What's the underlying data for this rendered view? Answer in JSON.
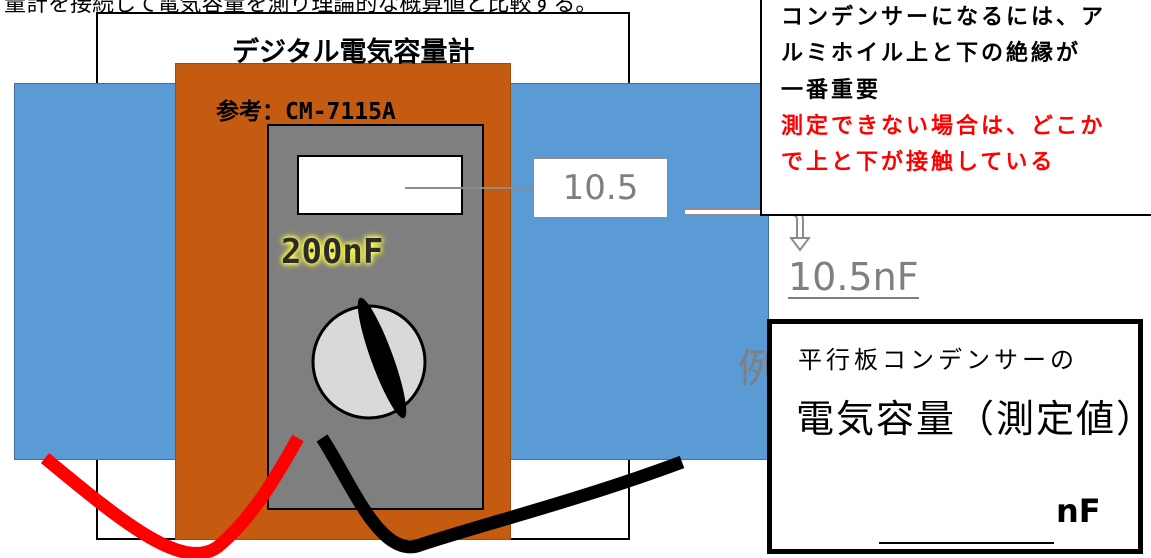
{
  "top_caption": "量計を接続して電気容量を測り理論的な概算値と比較する。",
  "meter": {
    "title": "デジタル電気容量計",
    "model": "参考：CM-7115A",
    "range": "200nF"
  },
  "reading": {
    "display_value": "10.5",
    "result": "10.5nF"
  },
  "note": {
    "lines": [
      "コンデンサーになるには、ア",
      "ルミホイル上と下の絶縁が",
      "一番重要",
      "測定できない場合は、どこか",
      "で上と下が接触している"
    ],
    "warning_color": "#ff0000"
  },
  "example_label": "例",
  "answer_box": {
    "line1": "平行板コンデンサーの",
    "line2": "電気容量（測定値）",
    "unit": "nF"
  },
  "colors": {
    "plate": "#5b9bd5",
    "meter_body": "#c55a11",
    "meter_face": "#7f7f7f",
    "lead_red": "#ff0000",
    "lead_black": "#000000",
    "range_glow": "#ffff00"
  }
}
